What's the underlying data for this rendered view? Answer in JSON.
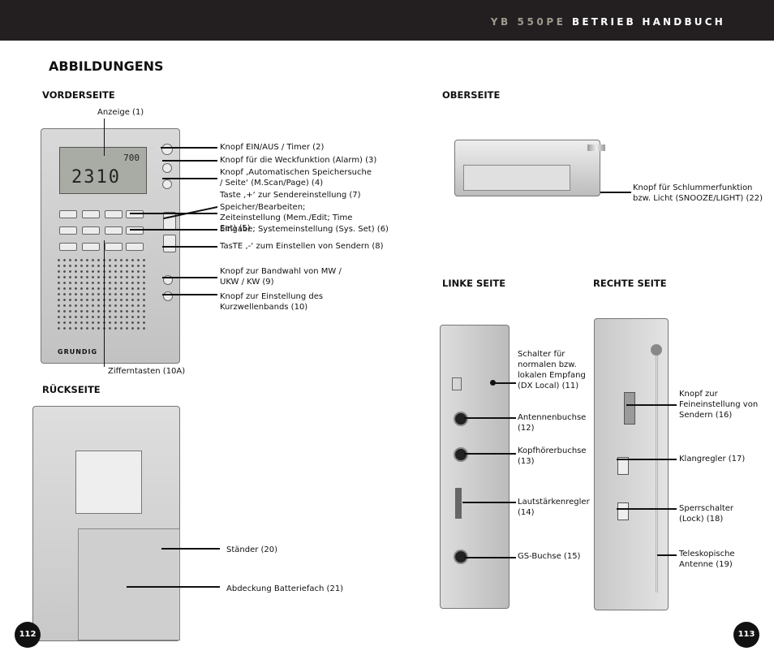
{
  "header": {
    "model": "YB 550PE",
    "subtitle": "BETRIEB HANDBUCH"
  },
  "title": "ABBILDUNGENS",
  "sections": {
    "front": "VORDERSEITE",
    "back": "RÜCKSEITE",
    "top": "OBERSEITE",
    "left": "LINKE SEITE",
    "right": "RECHTE SEITE"
  },
  "front_device": {
    "brand": "GRUNDIG",
    "digits": "2310",
    "small_digits": "700"
  },
  "front_labels": {
    "display": "Anzeige (1)",
    "on_off": "Knopf EIN/AUS / Timer (2)",
    "alarm": "Knopf für die Weckfunktion (Alarm) (3)",
    "scan": "Knopf ‚Automatischen Speichersuche / Seite‘ (M.Scan/Page) (4)",
    "plus": "Taste ‚+‘ zur Sendereinstellung (7)",
    "memory": "Speicher/Bearbeiten; Zeiteinstellung (Mem./Edit; Time Set) (5)",
    "enter": "Eingabe; Systemeinstellung (Sys. Set) (6)",
    "minus": "TasTE ‚-‘ zum Einstellen von Sendern (8)",
    "band": "Knopf zur Bandwahl von MW / UKW / KW (9)",
    "shortwave": "Knopf zur Einstellung des Kurzwellenbands (10)",
    "keypad": "Zifferntasten (10A)"
  },
  "back_labels": {
    "stand": "Ständer (20)",
    "battery": "Abdeckung Batteriefach (21)"
  },
  "top_labels": {
    "snooze": "Knopf für Schlummerfunktion bzw. Licht (SNOOZE/LIGHT) (22)"
  },
  "left_labels": {
    "dx": "Schalter für normalen bzw. lokalen Empfang (DX Local) (11)",
    "antenna_jack": "Antennenbuchse (12)",
    "headphone": "Kopfhörerbuchse (13)",
    "volume": "Lautstärkenregler (14)",
    "dc": "GS-Buchse (15)"
  },
  "right_labels": {
    "fine": "Knopf zur Feineinstellung von Sendern (16)",
    "tone": "Klangregler (17)",
    "lock": "Sperrschalter (Lock) (18)",
    "telescopic": "Teleskopische Antenne (19)"
  },
  "pages": {
    "left": "112",
    "right": "113"
  }
}
